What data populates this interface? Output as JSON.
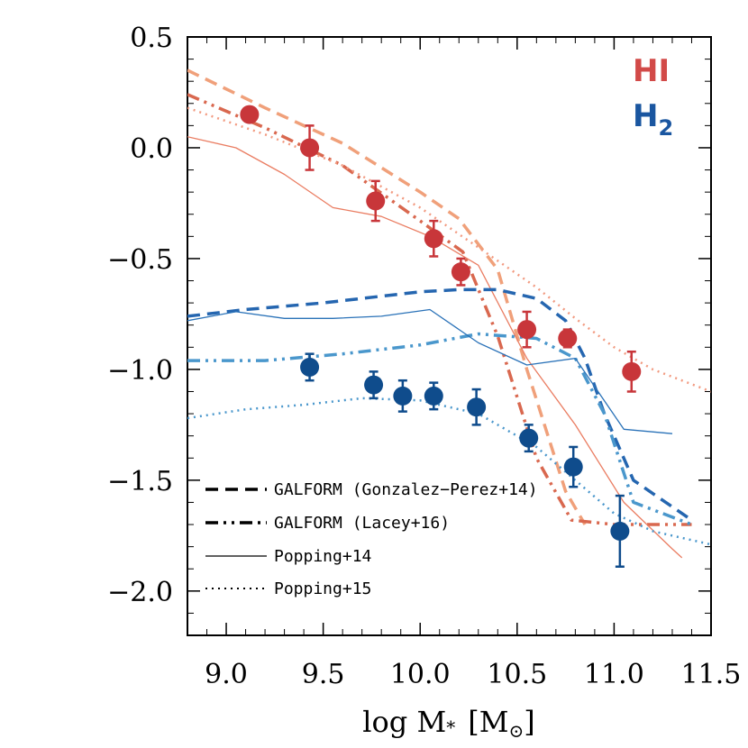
{
  "chart_data": {
    "type": "line",
    "xlabel": "log M",
    "xlabel_sub": "*",
    "xlabel_unit": "[M",
    "xlabel_unit_sub": "⊙",
    "xlabel_unit_close": "]",
    "ylabel": "",
    "xlim": [
      8.8,
      11.5
    ],
    "ylim": [
      -2.2,
      0.5
    ],
    "xticks": [
      9.0,
      9.5,
      10.0,
      10.5,
      11.0,
      11.5
    ],
    "xtick_labels": [
      "9.0",
      "9.5",
      "10.0",
      "10.5",
      "11.0",
      "11.5"
    ],
    "yticks": [
      0.5,
      0.0,
      -0.5,
      -1.0,
      -1.5,
      -2.0
    ],
    "ytick_labels": [
      "0.5",
      "0.0",
      "−0.5",
      "−1.0",
      "−1.5",
      "−2.0"
    ],
    "grid": false,
    "species_labels": [
      {
        "text": "HI",
        "sub": "",
        "color": "#d24a48"
      },
      {
        "text": "H",
        "sub": "2",
        "color": "#1a56a0"
      }
    ],
    "legend": [
      {
        "label": "GALFORM (Gonzalez−Perez+14)",
        "style": "dashed"
      },
      {
        "label": "GALFORM (Lacey+16)",
        "style": "dashdotdot"
      },
      {
        "label": "Popping+14",
        "style": "solid"
      },
      {
        "label": "Popping+15",
        "style": "dotted"
      }
    ],
    "series": [
      {
        "id": "hi-gp14",
        "group": "HI",
        "model": "GALFORM (Gonzalez−Perez+14)",
        "style": "dashed",
        "color": "#f0a07a",
        "x": [
          8.8,
          9.2,
          9.6,
          10.0,
          10.2,
          10.4,
          10.55,
          10.75,
          10.85
        ],
        "y": [
          0.35,
          0.18,
          0.02,
          -0.2,
          -0.32,
          -0.55,
          -1.0,
          -1.55,
          -1.7
        ]
      },
      {
        "id": "hi-l16",
        "group": "HI",
        "model": "GALFORM (Lacey+16)",
        "style": "dashdotdot",
        "color": "#d9684f",
        "x": [
          8.8,
          9.2,
          9.6,
          10.0,
          10.22,
          10.4,
          10.6,
          10.78,
          11.0,
          11.4
        ],
        "y": [
          0.24,
          0.09,
          -0.08,
          -0.33,
          -0.47,
          -0.85,
          -1.4,
          -1.68,
          -1.7,
          -1.7
        ]
      },
      {
        "id": "hi-p14",
        "group": "HI",
        "model": "Popping+14",
        "style": "solid",
        "color": "#ea7d62",
        "x": [
          8.8,
          9.05,
          9.3,
          9.55,
          9.8,
          10.05,
          10.3,
          10.55,
          10.8,
          11.05,
          11.3,
          11.35
        ],
        "y": [
          0.05,
          0.0,
          -0.12,
          -0.27,
          -0.31,
          -0.4,
          -0.53,
          -0.95,
          -1.25,
          -1.6,
          -1.81,
          -1.85
        ]
      },
      {
        "id": "hi-p15",
        "group": "HI",
        "model": "Popping+15",
        "style": "dotted",
        "color": "#f29a80",
        "x": [
          8.8,
          9.2,
          9.6,
          10.0,
          10.3,
          10.6,
          10.8,
          11.0,
          11.2,
          11.5
        ],
        "y": [
          0.18,
          0.06,
          -0.08,
          -0.27,
          -0.45,
          -0.63,
          -0.77,
          -0.9,
          -1.0,
          -1.1
        ]
      },
      {
        "id": "h2-gp14",
        "group": "H2",
        "model": "GALFORM (Gonzalez−Perez+14)",
        "style": "dashed",
        "color": "#2566b0",
        "x": [
          8.8,
          9.1,
          9.5,
          9.8,
          10.0,
          10.2,
          10.4,
          10.6,
          10.75,
          10.85,
          10.95,
          11.1,
          11.4
        ],
        "y": [
          -0.76,
          -0.73,
          -0.7,
          -0.67,
          -0.65,
          -0.64,
          -0.64,
          -0.68,
          -0.78,
          -0.95,
          -1.2,
          -1.5,
          -1.68
        ]
      },
      {
        "id": "h2-l16",
        "group": "H2",
        "model": "GALFORM (Lacey+16)",
        "style": "dashdotdot",
        "color": "#4a97cc",
        "x": [
          8.8,
          9.2,
          9.6,
          10.0,
          10.3,
          10.6,
          10.8,
          10.95,
          11.1,
          11.4
        ],
        "y": [
          -0.96,
          -0.96,
          -0.93,
          -0.89,
          -0.84,
          -0.86,
          -0.95,
          -1.2,
          -1.6,
          -1.7
        ]
      },
      {
        "id": "h2-p14",
        "group": "H2",
        "model": "Popping+14",
        "style": "solid",
        "color": "#2a72b8",
        "x": [
          8.8,
          9.05,
          9.3,
          9.55,
          9.8,
          10.05,
          10.3,
          10.55,
          10.8,
          11.05,
          11.3
        ],
        "y": [
          -0.78,
          -0.74,
          -0.77,
          -0.77,
          -0.76,
          -0.73,
          -0.88,
          -0.98,
          -0.95,
          -1.27,
          -1.29
        ]
      },
      {
        "id": "h2-p15",
        "group": "H2",
        "model": "Popping+15",
        "style": "dotted",
        "color": "#4a97cc",
        "x": [
          8.8,
          9.1,
          9.4,
          9.7,
          10.0,
          10.3,
          10.6,
          10.8,
          11.0,
          11.2,
          11.5
        ],
        "y": [
          -1.22,
          -1.18,
          -1.16,
          -1.13,
          -1.14,
          -1.2,
          -1.35,
          -1.5,
          -1.65,
          -1.73,
          -1.79
        ]
      }
    ],
    "points": [
      {
        "id": "hi-obs",
        "group": "HI",
        "color": "#c8363a",
        "x": [
          9.12,
          9.43,
          9.77,
          10.07,
          10.21,
          10.55,
          10.76,
          11.09
        ],
        "y": [
          0.15,
          0.0,
          -0.24,
          -0.41,
          -0.56,
          -0.82,
          -0.86,
          -1.01
        ],
        "err": [
          0.0,
          0.1,
          0.09,
          0.08,
          0.06,
          0.08,
          0.04,
          0.09
        ]
      },
      {
        "id": "h2-obs",
        "group": "H2",
        "color": "#0f4c8c",
        "x": [
          9.43,
          9.76,
          9.91,
          10.07,
          10.29,
          10.56,
          10.79,
          11.03
        ],
        "y": [
          -0.99,
          -1.07,
          -1.12,
          -1.12,
          -1.17,
          -1.31,
          -1.44,
          -1.73
        ],
        "err": [
          0.06,
          0.06,
          0.07,
          0.06,
          0.08,
          0.06,
          0.09,
          0.16
        ]
      }
    ]
  }
}
